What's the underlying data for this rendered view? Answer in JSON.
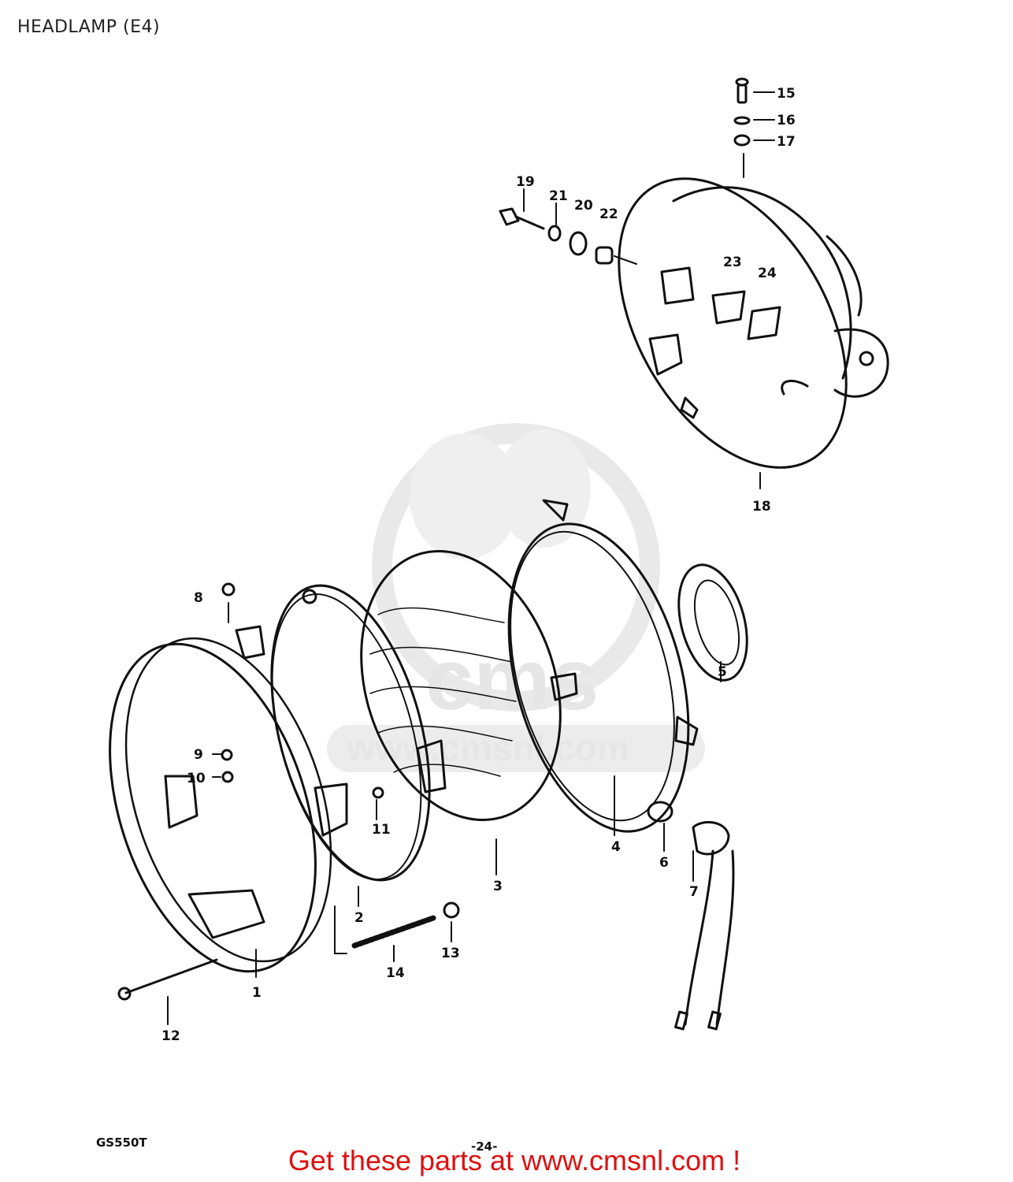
{
  "page": {
    "title": "HEADLAMP (E4)",
    "footer_banner": "Get these parts at www.cmsnl.com !",
    "footer_model_code": "GS550T",
    "footer_page_number": "-24-"
  },
  "watermark": {
    "text": "cms",
    "url_text": "www.cmsnl.com",
    "color": "#e6e6e6"
  },
  "colors": {
    "line": "#111111",
    "banner": "#dd1111"
  },
  "callouts": [
    "1",
    "2",
    "3",
    "4",
    "5",
    "6",
    "7",
    "8",
    "9",
    "10",
    "11",
    "12",
    "13",
    "14",
    "15",
    "16",
    "17",
    "18",
    "19",
    "20",
    "21",
    "22",
    "23",
    "24"
  ]
}
